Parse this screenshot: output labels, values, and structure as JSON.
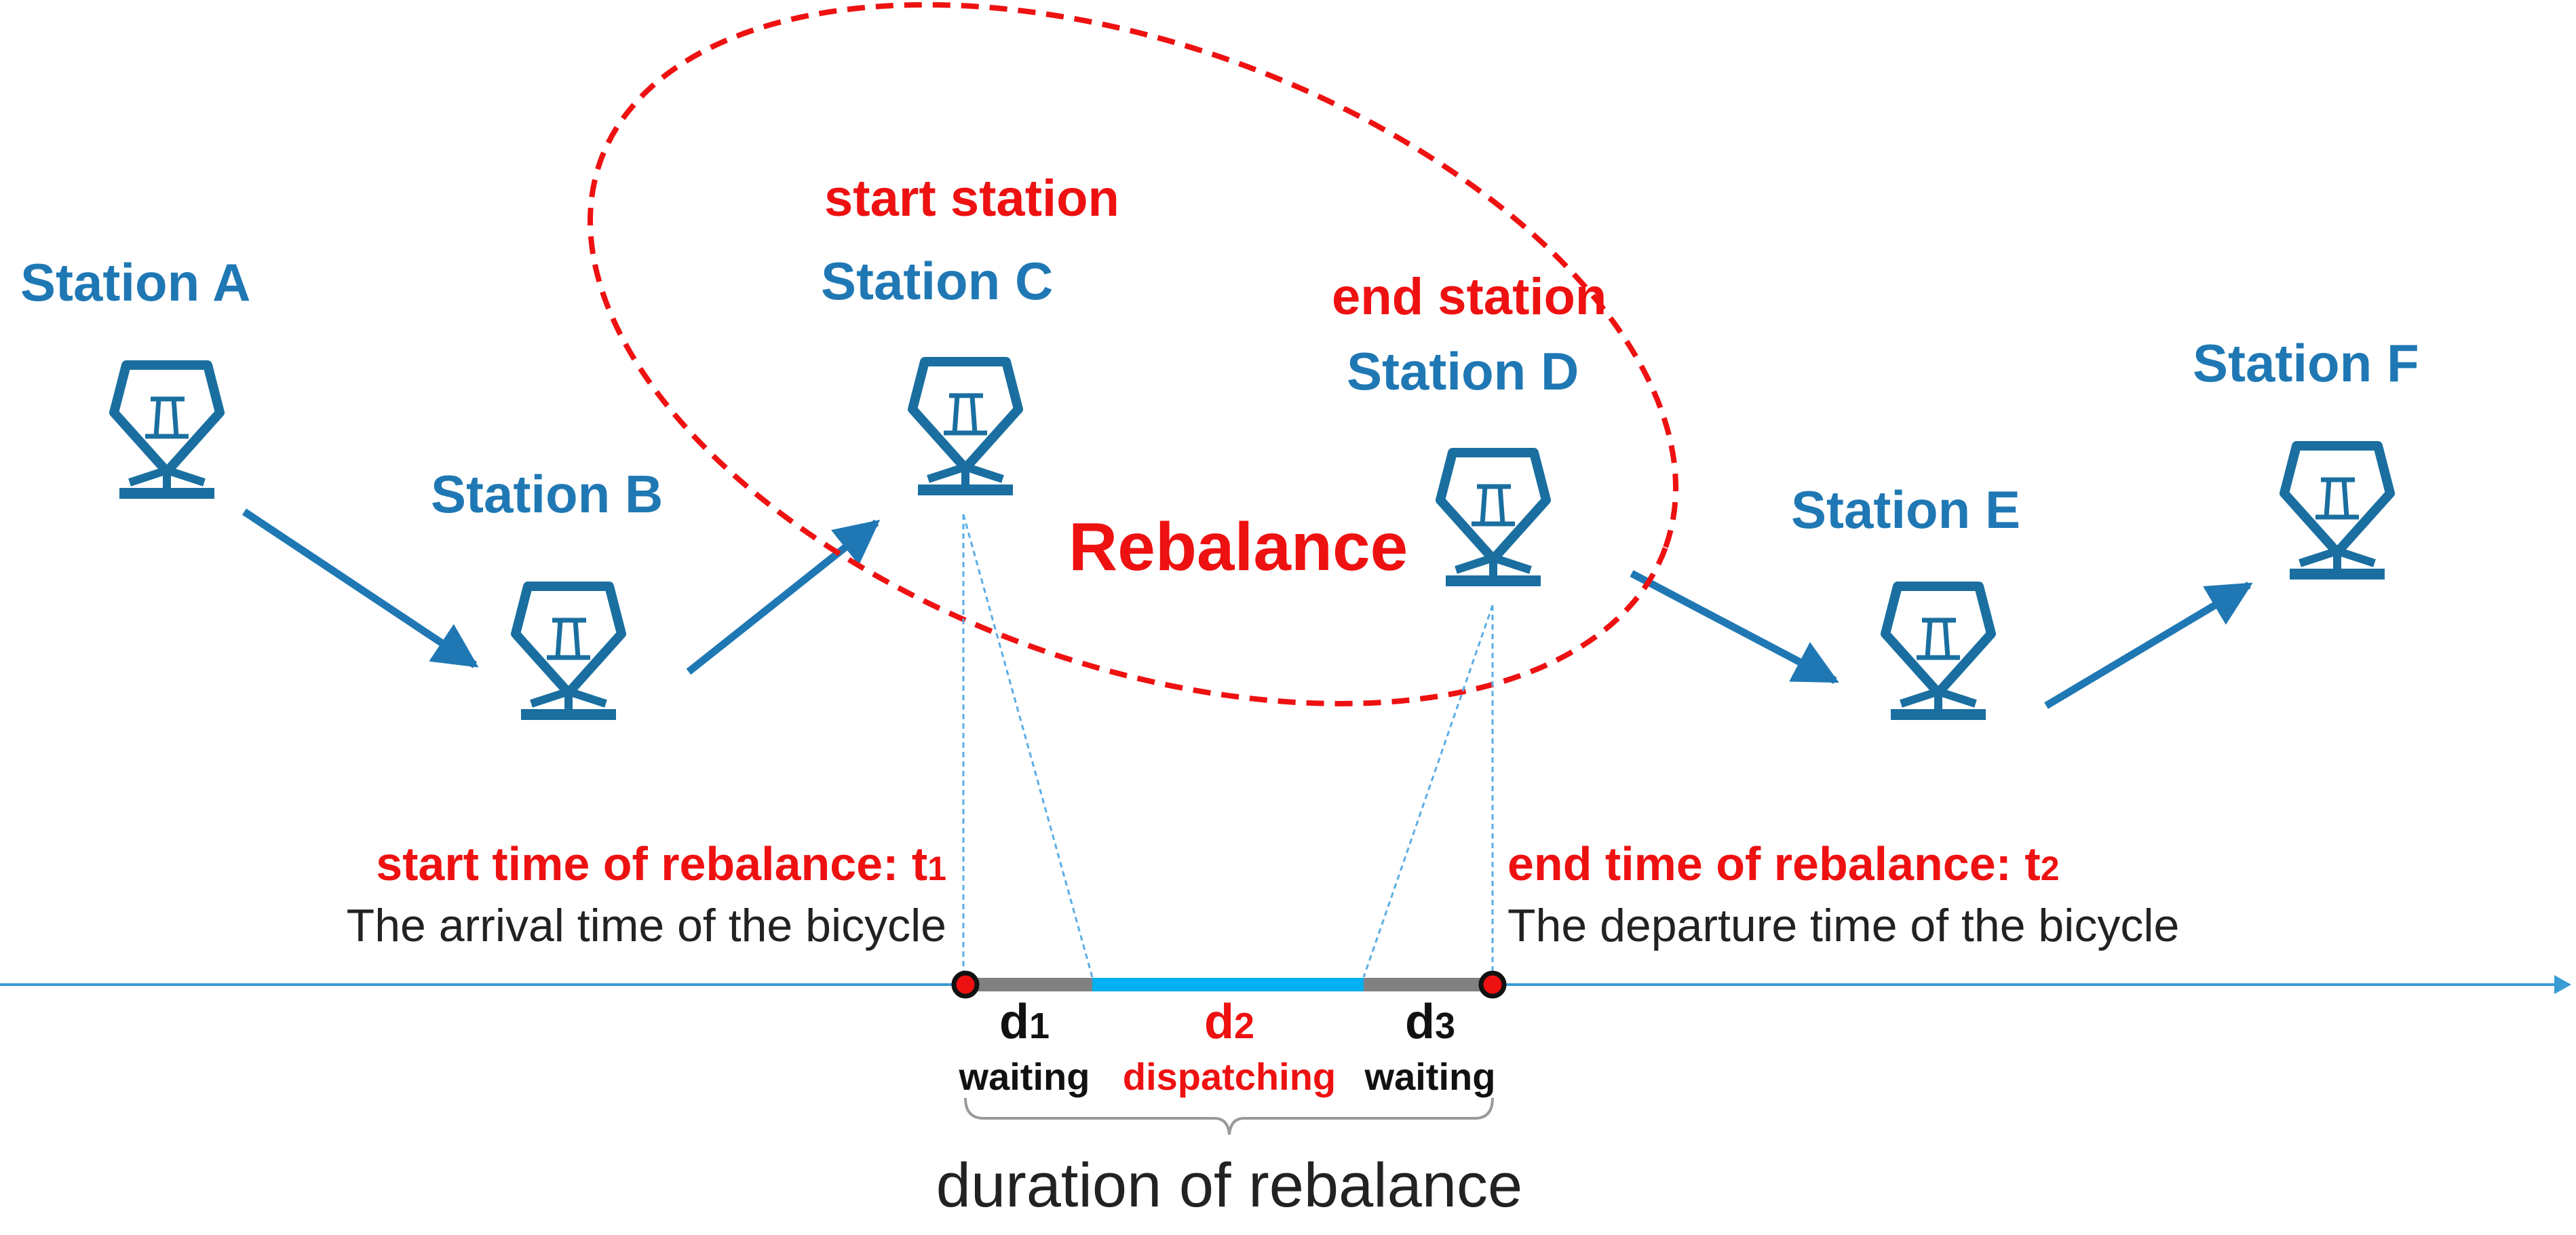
{
  "colors": {
    "station_blue": "#1f78b4",
    "icon_blue": "#1a6fa0",
    "red": "#ee1111",
    "text_dark": "#222222",
    "gray_bar": "#808080",
    "cyan_bar": "#00b0f0",
    "axis_blue": "#3a9bd5",
    "guide_blue": "#5aaee6"
  },
  "stations": {
    "a": "Station A",
    "b": "Station B",
    "c": "Station C",
    "d": "Station D",
    "e": "Station E",
    "f": "Station F"
  },
  "labels": {
    "start_station": "start station",
    "end_station": "end station",
    "rebalance": "Rebalance",
    "start_time": "start time of rebalance: t",
    "start_time_sub": "1",
    "start_desc": "The arrival time of the bicycle",
    "end_time": "end time of rebalance: t",
    "end_time_sub": "2",
    "end_desc": "The departure time of the bicycle",
    "d1": "d",
    "d1_sub": "1",
    "d1_label": "waiting",
    "d2": "d",
    "d2_sub": "2",
    "d2_label": "dispatching",
    "d3": "d",
    "d3_sub": "3",
    "d3_label": "waiting",
    "duration": "duration of rebalance"
  },
  "icons": {
    "station": "bike-station-icon",
    "arrow": "arrow-icon"
  }
}
